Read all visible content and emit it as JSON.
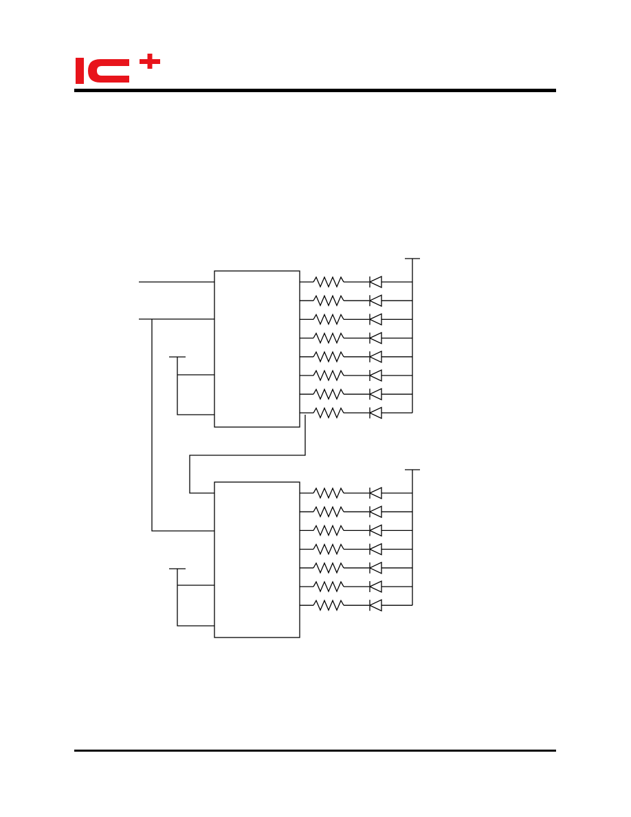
{
  "header": {
    "logo_icon": "ic-plus-logo",
    "logo_color": "#e8141b"
  },
  "schematic": {
    "icons": [
      "resistor-icon",
      "led-diode-icon",
      "ic-chip-icon",
      "power-rail-icon"
    ],
    "upper_chip": {
      "led_channels": 8
    },
    "lower_chip": {
      "led_channels": 7
    }
  }
}
